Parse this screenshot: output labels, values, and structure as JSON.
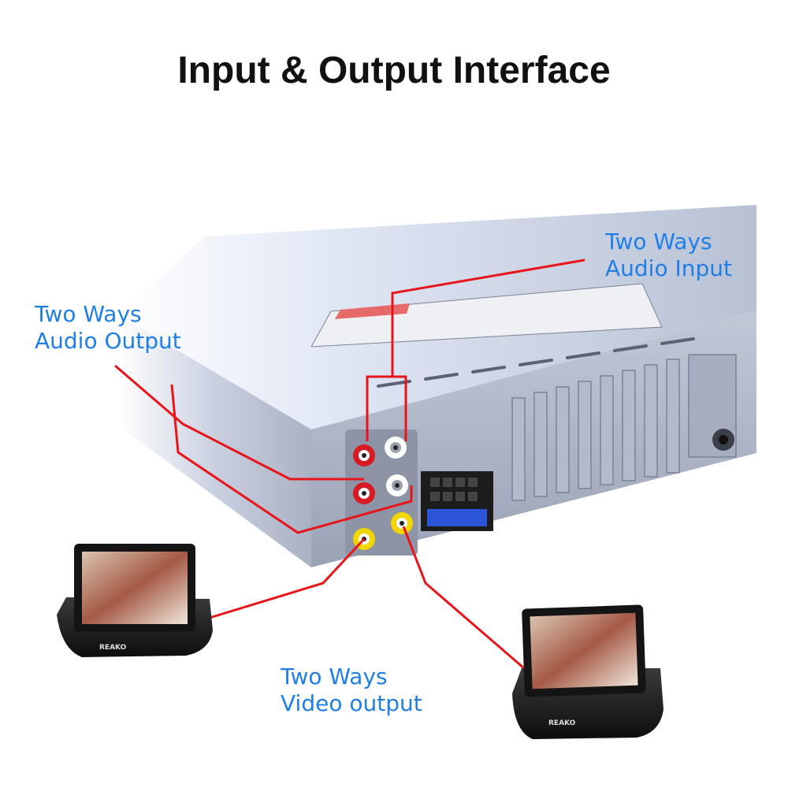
{
  "title": "Input & Output Interface",
  "labels": {
    "audio_input": {
      "line1": "Two Ways",
      "line2": "Audio Input"
    },
    "audio_output": {
      "line1": "Two Ways",
      "line2": "Audio Output"
    },
    "video_output": {
      "line1": "Two Ways",
      "line2": "Video output"
    }
  },
  "monitor_brand": "REAKO",
  "colors": {
    "title": "#111111",
    "label": "#1f7fe6",
    "wire": "#e8141a",
    "audio_jack": "#d81a22",
    "video_jack": "#f2d600"
  }
}
